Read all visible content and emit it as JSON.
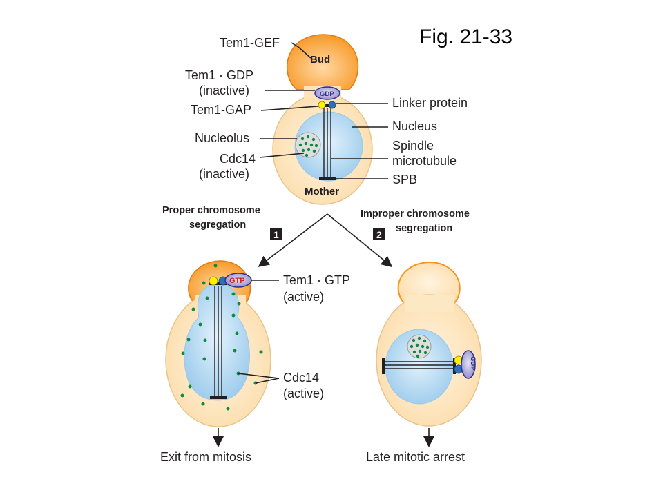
{
  "figure": {
    "title": "Fig. 21-33"
  },
  "top_cell": {
    "bud_label": "Bud",
    "mother_label": "Mother",
    "gdp_badge": "GDP",
    "labels": {
      "tem1_gef": "Tem1-GEF",
      "tem1_gdp_line1": "Tem1 · GDP",
      "tem1_gdp_line2": "(inactive)",
      "tem1_gap": "Tem1-GAP",
      "nucleolus": "Nucleolus",
      "cdc14_line1": "Cdc14",
      "cdc14_line2": "(inactive)",
      "linker_protein": "Linker protein",
      "nucleus": "Nucleus",
      "spindle_line1": "Spindle",
      "spindle_line2": "microtubule",
      "spb": "SPB"
    }
  },
  "branches": {
    "left_line1": "Proper chromosome",
    "left_line2": "segregation",
    "left_step": "1",
    "right_line1": "Improper chromosome",
    "right_line2": "segregation",
    "right_step": "2"
  },
  "left_cell": {
    "gtp_badge": "GTP",
    "tem1_gtp_line1": "Tem1 · GTP",
    "tem1_gtp_line2": "(active)",
    "cdc14_line1": "Cdc14",
    "cdc14_line2": "(active)",
    "outcome": "Exit from mitosis"
  },
  "right_cell": {
    "gdp_badge": "GDP",
    "outcome": "Late mitotic arrest"
  },
  "colors": {
    "bud_orange": "#f7941d",
    "cell_cream": "#fde8c4",
    "nucleus_blue": "#bfe0f5",
    "nucleolus_gray": "#dcdcdc",
    "dot_green": "#0d8a3f",
    "badge_blue": "#2e3192",
    "badge_lavender": "#c9c5e6",
    "yellow": "#fff200",
    "step_badge": "#231f20"
  }
}
